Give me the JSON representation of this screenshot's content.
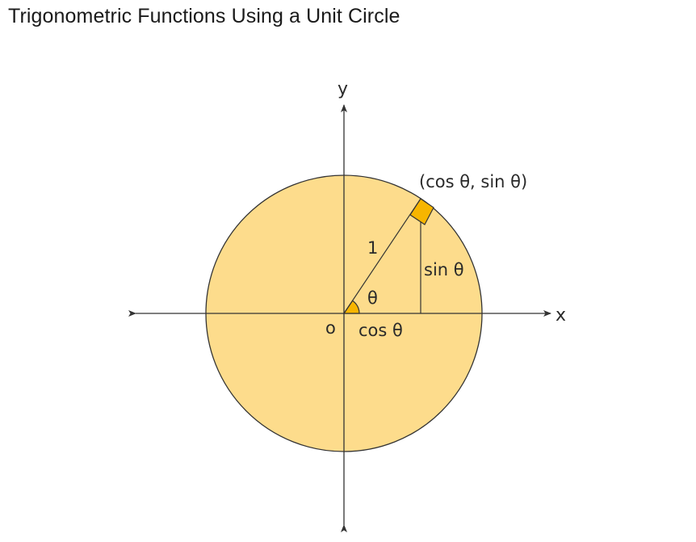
{
  "title": "Trigonometric Functions Using a Unit Circle",
  "labels": {
    "y_axis": "y",
    "x_axis": "x",
    "origin": "o",
    "point": "(cos θ, sin θ)",
    "radius": "1",
    "angle": "θ",
    "sine": "sin θ",
    "cosine": "cos θ"
  },
  "colors": {
    "circle_fill": "#fddc8c",
    "marker_fill": "#f7b500",
    "stroke": "#333333"
  }
}
